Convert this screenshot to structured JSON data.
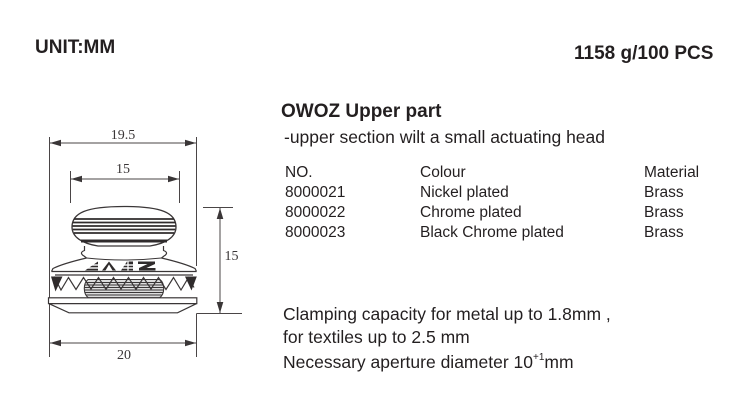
{
  "header": {
    "unit": "UNIT:MM",
    "weight": "1158 g/100 PCS"
  },
  "product": {
    "title": "OWOZ Upper part",
    "subtitle": "-upper section wilt a small actuating head"
  },
  "spec_table": {
    "columns": [
      "NO.",
      "Colour",
      "Material"
    ],
    "rows": [
      {
        "no": "8000021",
        "colour": "Nickel plated",
        "material": "Brass"
      },
      {
        "no": "8000022",
        "colour": "Chrome plated",
        "material": "Brass"
      },
      {
        "no": "8000023",
        "colour": "Black Chrome plated",
        "material": "Brass"
      }
    ]
  },
  "notes": {
    "line1": "Clamping capacity for metal up to 1.8mm ,",
    "line2": "for textiles up to 2.5 mm",
    "line3_prefix": "Necessary aperture diameter 10",
    "line3_sup": "+1",
    "line3_suffix": "mm"
  },
  "drawing": {
    "dims": {
      "outer_width": "19.5",
      "inner_width": "15",
      "height": "15",
      "base_width": "20"
    }
  },
  "colors": {
    "ink": "#231f20",
    "line": "#3a3637",
    "spring_fill": "#dcdcdc",
    "background": "#ffffff"
  }
}
